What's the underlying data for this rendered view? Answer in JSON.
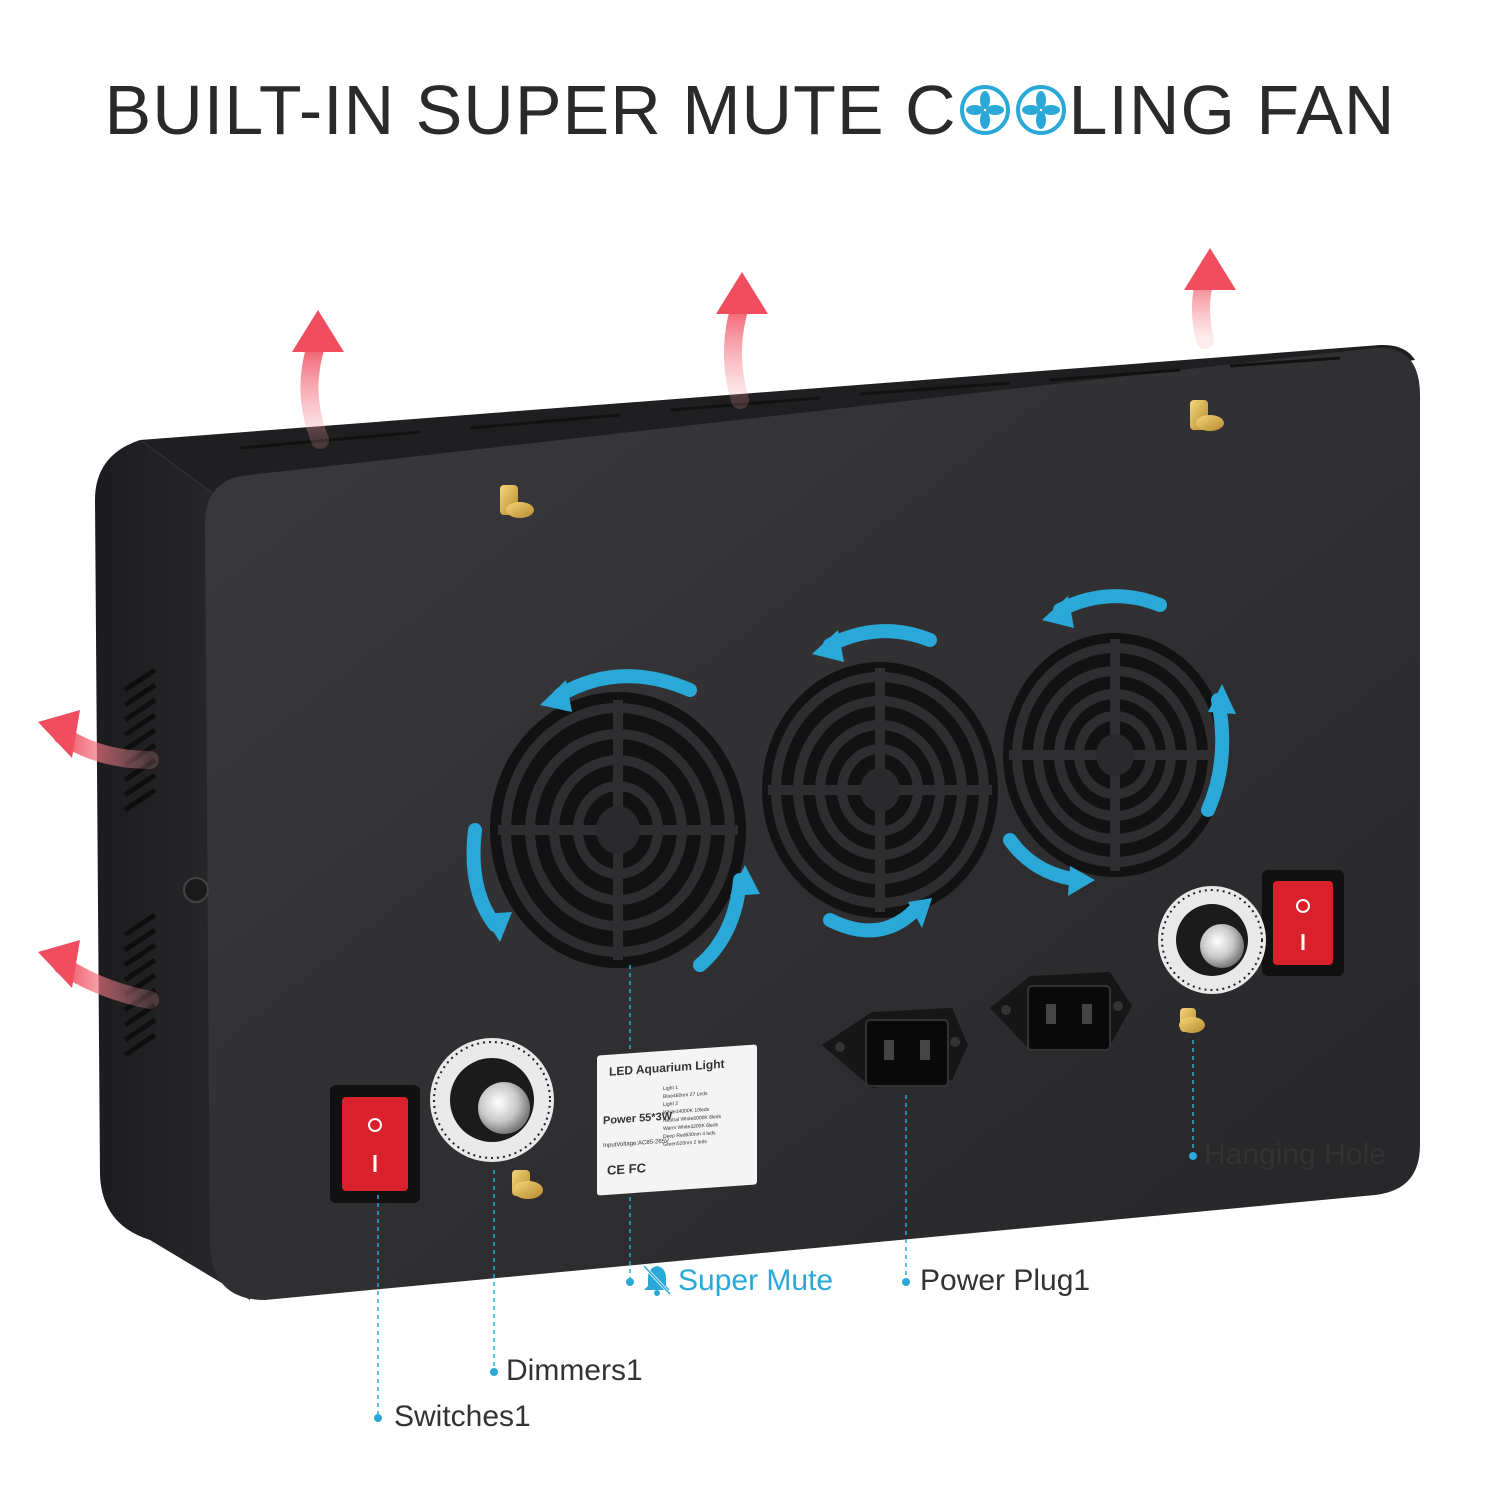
{
  "headline": {
    "part1": "BUILT-IN SUPER MUTE C",
    "part2": "LING FAN",
    "fan_glyph": "fan-icon"
  },
  "callouts": {
    "hanging_hole": "Hanging Hole",
    "super_mute": "Super Mute",
    "power_plug": "Power Plug1",
    "dimmers": "Dimmers1",
    "switches": "Switches1"
  },
  "product_label": {
    "title": "LED Aquarium Light",
    "power": "Power 55*3W",
    "voltage": "InputVoltage:AC85-265V",
    "marks": "CE FC",
    "spec_lines": [
      "Light 1",
      "Blue460nm 27 Leds",
      "Light 2",
      "White14000K 10leds",
      "Neutral White6000K 6leds",
      "Warm White3200K 6leds",
      "Deep Red630nm 4 leds",
      "Green520nm 2 leds"
    ]
  },
  "colors": {
    "accent": "#2aa9d8",
    "body": "#2c2c2e",
    "airflow": "#f26b78",
    "switch": "#d8212a"
  }
}
